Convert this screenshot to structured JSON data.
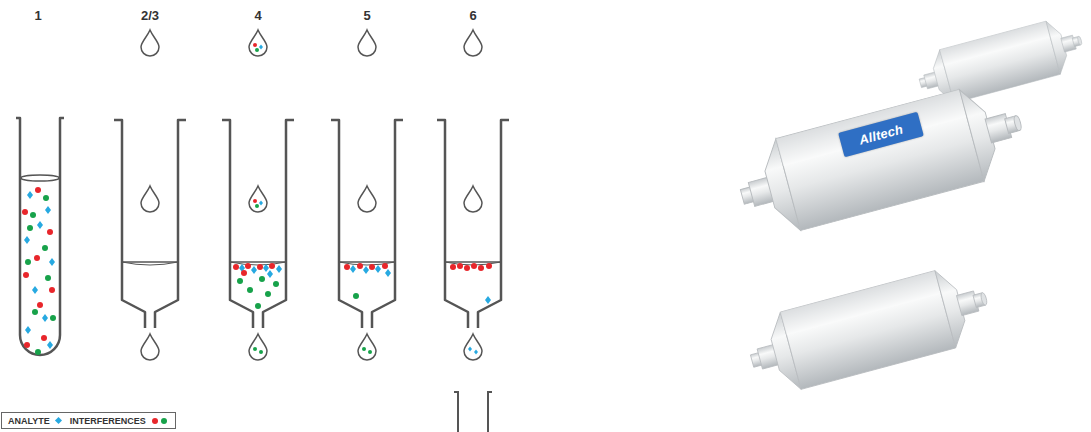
{
  "diagram": {
    "nodes": [
      {
        "text": [
          "Alltech"
        ]
      }
    ],
    "labels": [
      "1",
      "2/3",
      "4",
      "5",
      "6"
    ],
    "legend": [
      {
        "text": "ANALYTE",
        "color": "#27a9e1"
      },
      {
        "text": "INTERFERENCES"
      }
    ]
  }
}
